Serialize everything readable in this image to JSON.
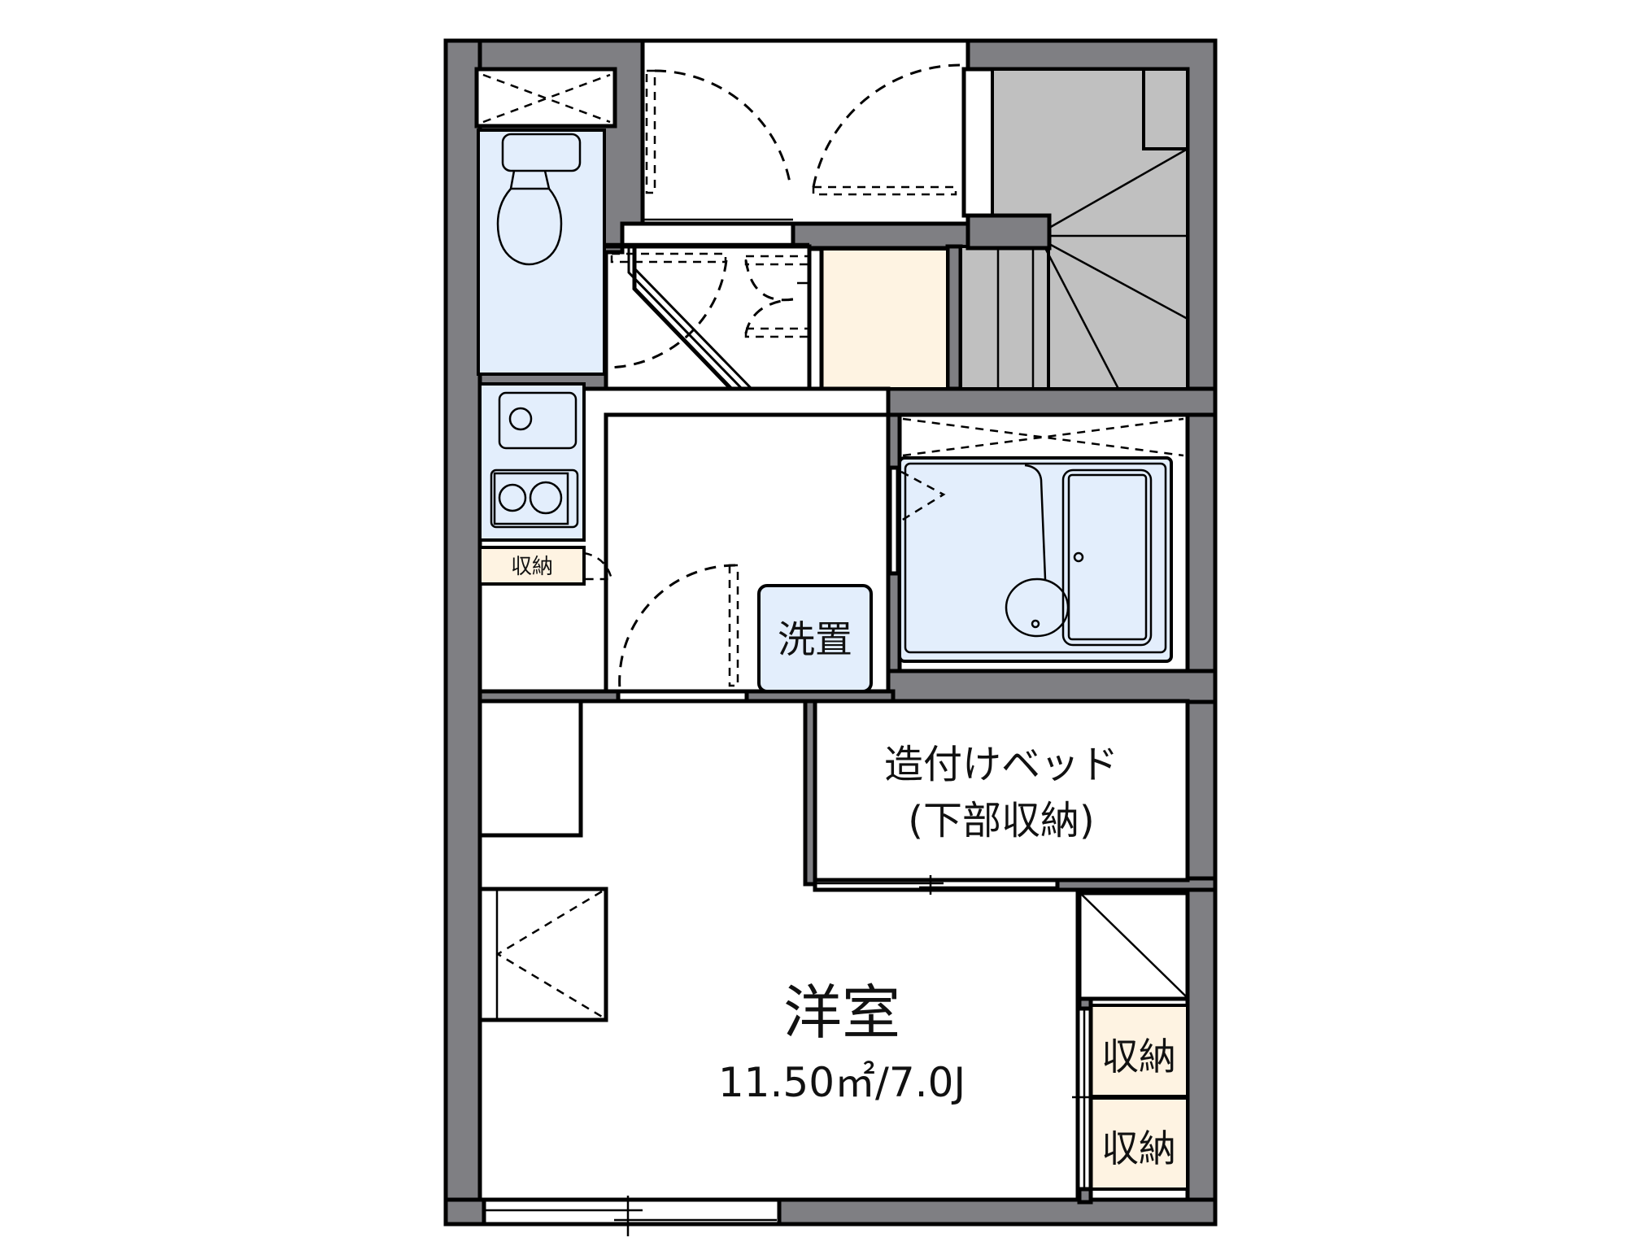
{
  "plan": {
    "title": "1K floor plan",
    "colors": {
      "wall": "#7f7f83",
      "wet_area": "#e3eefc",
      "storage": "#fef3e2",
      "stairs": "#c0c0c0",
      "floor": "#ffffff"
    },
    "rooms": {
      "main_room": {
        "name": "洋室",
        "area": "11.50㎡/7.0J"
      },
      "built_in_bed": {
        "line1": "造付けベッド",
        "line2": "(下部収納)"
      },
      "washer_space": {
        "label": "洗置"
      },
      "kitchen_storage": {
        "label": "収納"
      },
      "closet_upper": {
        "label": "収納"
      },
      "closet_lower": {
        "label": "収納"
      }
    },
    "icons": {
      "toilet": "toilet-icon",
      "sink": "sink-icon",
      "stove": "stove-icon",
      "bathtub": "bathtub-icon",
      "washbasin": "washbasin-icon",
      "stairs": "stairs-icon"
    }
  }
}
